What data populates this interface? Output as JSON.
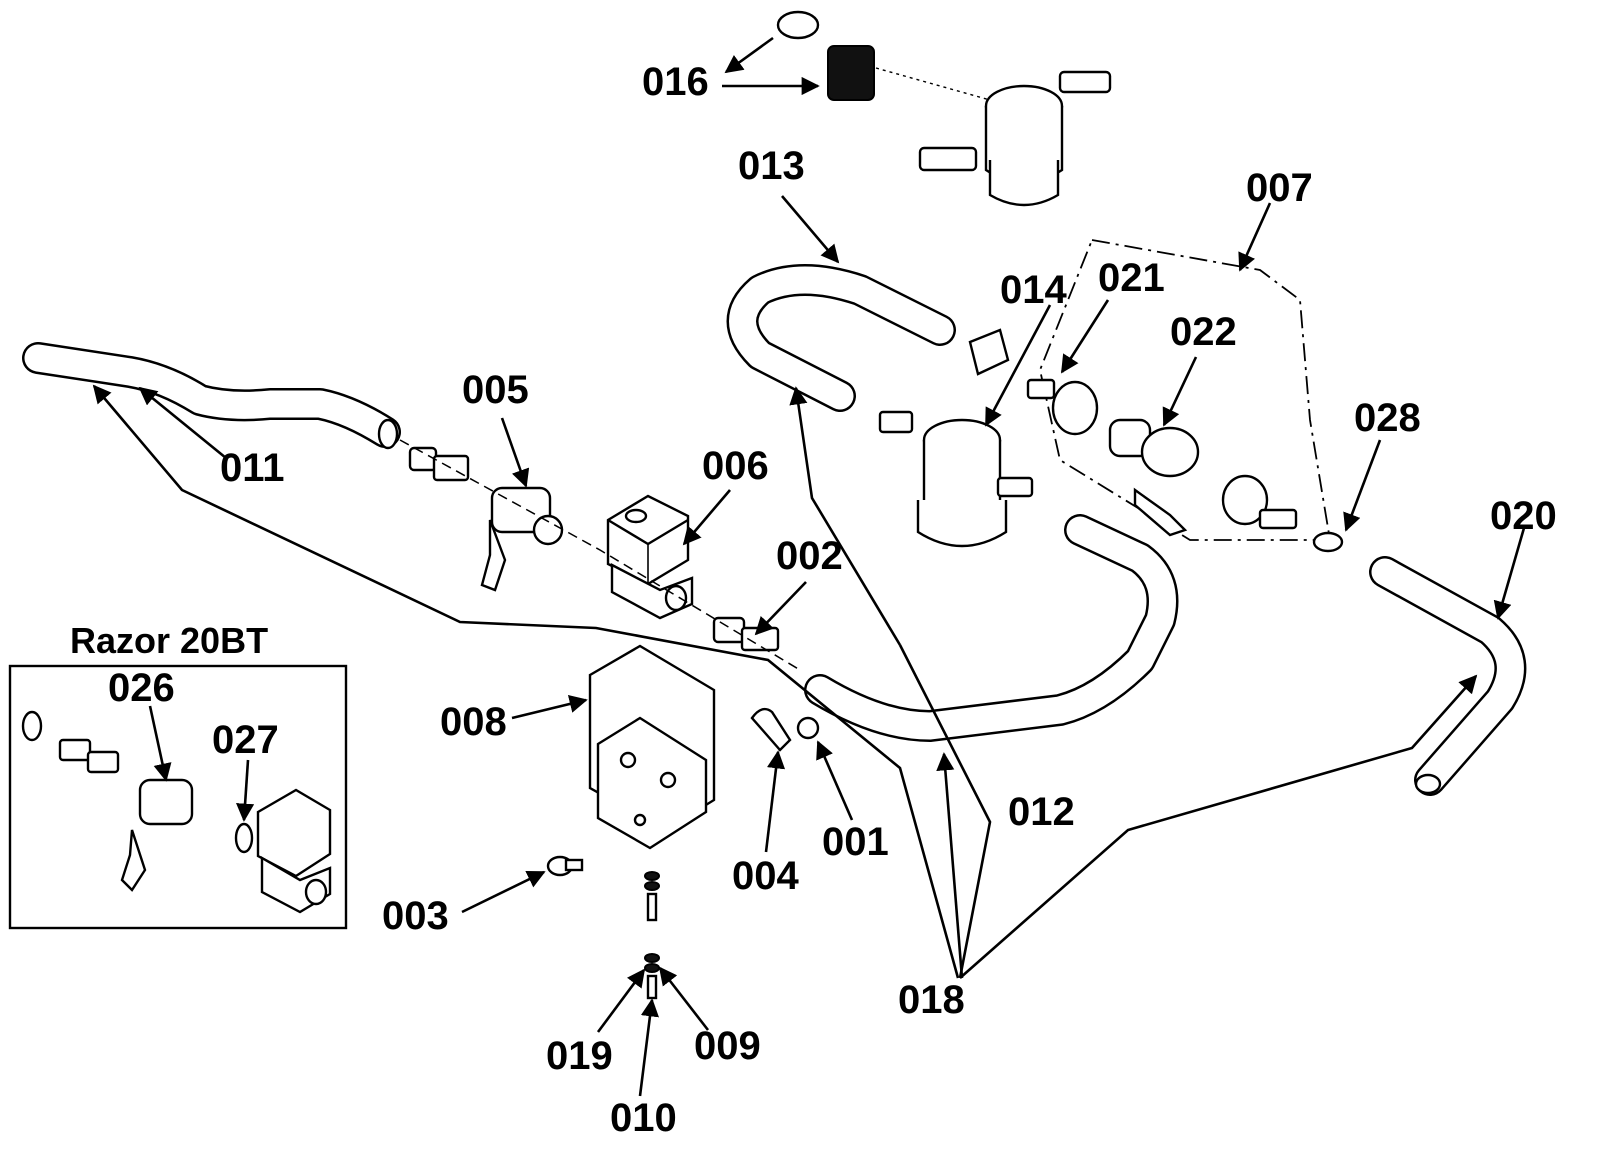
{
  "inset": {
    "title": "Razor 20BT"
  },
  "callouts": {
    "p001": "001",
    "p002": "002",
    "p003": "003",
    "p004": "004",
    "p005": "005",
    "p006": "006",
    "p007": "007",
    "p008": "008",
    "p009": "009",
    "p010": "010",
    "p011": "011",
    "p012": "012",
    "p013": "013",
    "p014": "014",
    "p016": "016",
    "p018": "018",
    "p019": "019",
    "p020": "020",
    "p021": "021",
    "p022": "022",
    "p026": "026",
    "p027": "027",
    "p028": "028"
  }
}
